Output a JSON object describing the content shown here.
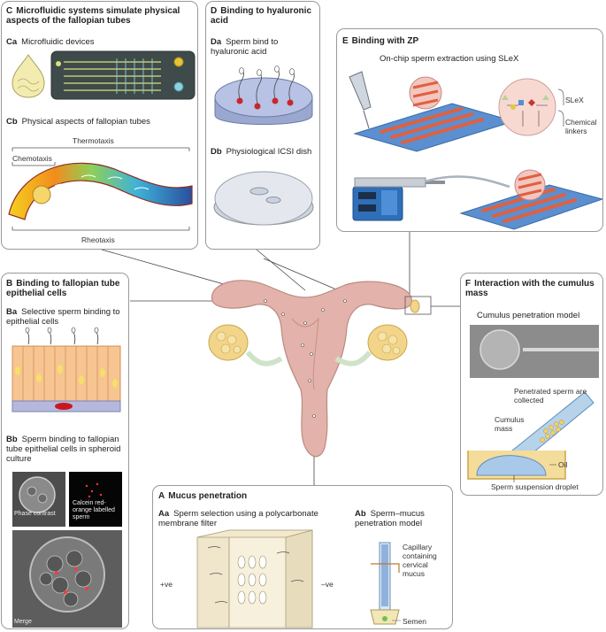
{
  "panels": {
    "C": {
      "letter": "C",
      "title": "Microfluidic systems simulate physical aspects of the fallopian tubes",
      "ca_code": "Ca",
      "ca_label": "Microfluidic devices",
      "cb_code": "Cb",
      "cb_label": "Physical aspects of fallopian tubes",
      "thermotaxis": "Thermotaxis",
      "chemotaxis": "Chemotaxis",
      "rheotaxis": "Rheotaxis"
    },
    "D": {
      "letter": "D",
      "title": "Binding to hyaluronic acid",
      "da_code": "Da",
      "da_label": "Sperm bind to hyaluronic acid",
      "db_code": "Db",
      "db_label": "Physiological ICSI dish"
    },
    "E": {
      "letter": "E",
      "title": "Binding with ZP",
      "subtitle": "On-chip sperm extraction using SLeX",
      "slex": "SLeX",
      "chemical_linkers": "Chemical linkers"
    },
    "B": {
      "letter": "B",
      "title": "Binding to fallopian tube epithelial cells",
      "ba_code": "Ba",
      "ba_label": "Selective sperm binding to epithelial cells",
      "bb_code": "Bb",
      "bb_label": "Sperm binding to fallopian tube epithelial cells in spheroid culture",
      "phase_contrast": "Phase contrast",
      "calcein": "Calcein red-orange labelled sperm",
      "merge": "Merge"
    },
    "F": {
      "letter": "F",
      "title": "Interaction with the cumulus mass",
      "model": "Cumulus penetration model",
      "penetrated": "Penetrated sperm are collected",
      "cumulus": "Cumulus mass",
      "oil": "Oil",
      "droplet": "Sperm suspension droplet"
    },
    "A": {
      "letter": "A",
      "title": "Mucus penetration",
      "aa_code": "Aa",
      "aa_label": "Sperm selection using a polycarbonate membrane filter",
      "ab_code": "Ab",
      "ab_label": "Sperm–mucus penetration model",
      "pos": "+ve",
      "neg": "–ve",
      "capillary": "Capillary containing cervical mucus",
      "semen": "Semen"
    }
  },
  "colors": {
    "border": "#9a9a9a",
    "uterus": "#e3b3ab",
    "uterus_outline": "#b98a82",
    "ovary": "#f2d58a",
    "channel": "#e0603f",
    "chip": "#5b8fd0",
    "pump": "#2f6fb8"
  }
}
